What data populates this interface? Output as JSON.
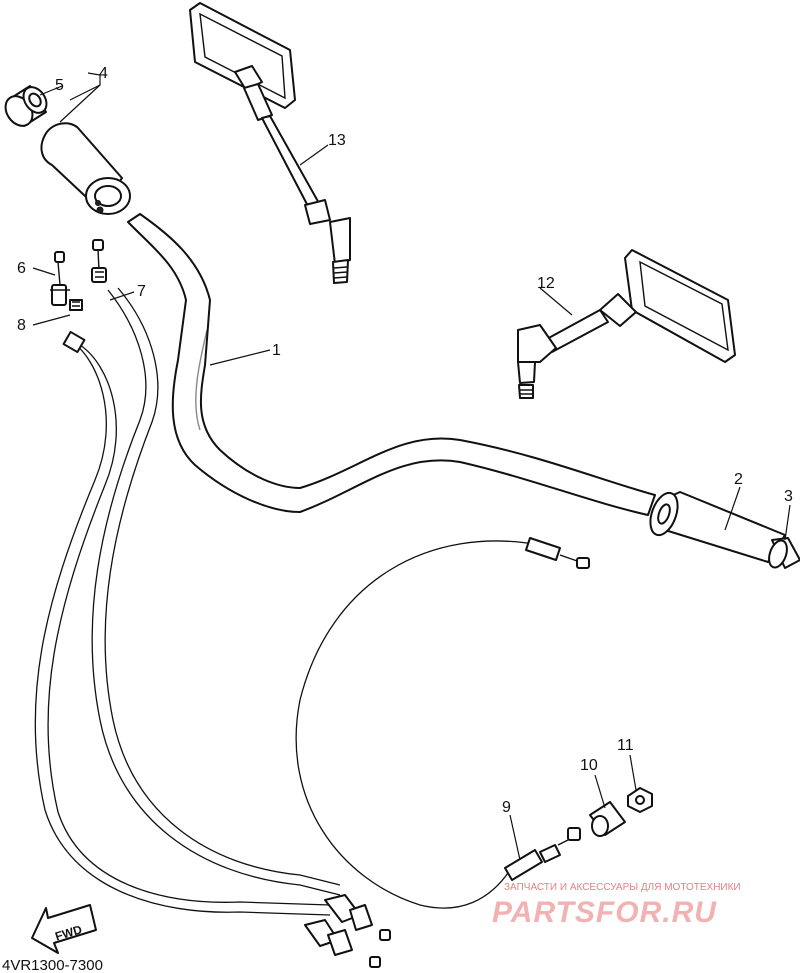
{
  "callouts": [
    {
      "num": "1"
    },
    {
      "num": "2"
    },
    {
      "num": "3"
    },
    {
      "num": "4"
    },
    {
      "num": "5"
    },
    {
      "num": "6"
    },
    {
      "num": "7"
    },
    {
      "num": "8"
    },
    {
      "num": "9"
    },
    {
      "num": "10"
    },
    {
      "num": "11"
    },
    {
      "num": "12"
    },
    {
      "num": "13"
    }
  ],
  "diagram_code": "4VR1300-7300",
  "fwd_label": "FWD",
  "watermark": {
    "tagline": "ЗАПЧАСТИ И АКСЕССУАРЫ ДЛЯ МОТОТЕХНИКИ",
    "brand": "PARTSFOR.RU"
  },
  "colors": {
    "line": "#111111",
    "watermark": "#f0a0a0"
  }
}
